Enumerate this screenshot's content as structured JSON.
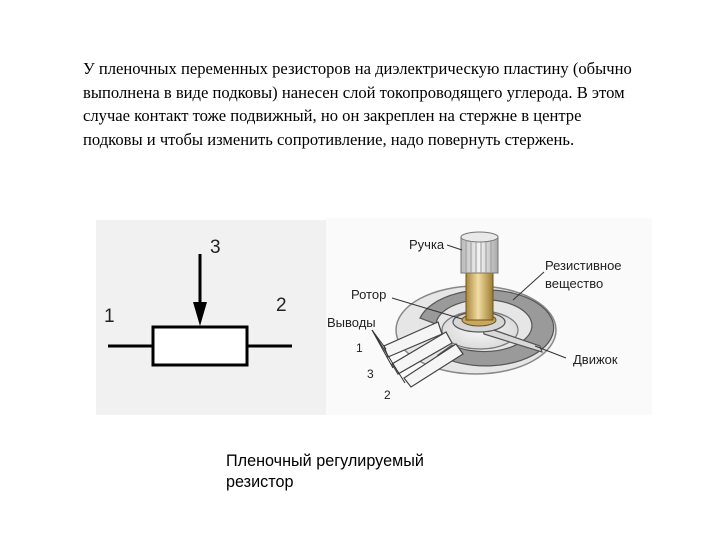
{
  "text": {
    "paragraph": "У пленочных переменных резисторов на диэлектрическую пластину (обычно выполнена в виде подковы) нанесен слой токопроводящего углерода. В этом случае контакт тоже подвижный, но он закреплен на стержне в центре подковы и чтобы изменить сопротивление, надо повернуть стержень.",
    "caption": "Пленочный регулируемый резистор"
  },
  "schematic": {
    "terminal_1": "1",
    "terminal_2": "2",
    "terminal_3": "3"
  },
  "drawing": {
    "knob": "Ручка",
    "resistive": [
      "Резистивное",
      "вещество"
    ],
    "rotor": "Ротор",
    "leads": "Выводы",
    "wiper": "Движок",
    "lead_numbers": [
      "1",
      "3",
      "2"
    ]
  }
}
